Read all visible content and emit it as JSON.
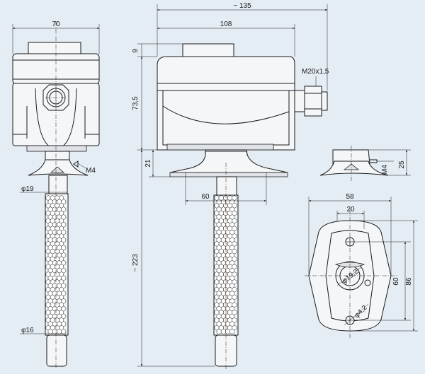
{
  "views": {
    "front": {
      "width_label": "70",
      "probe_tip_label": "φ19",
      "probe_shaft_label": "φ16",
      "screw_label": "M4"
    },
    "side": {
      "overall_length_label": "~ 135",
      "housing_length_label": "108",
      "cap_height_label": "9",
      "gland_label": "M20x1,5",
      "housing_height_label": "73,5",
      "flange_height_label": "21",
      "flange_width_label": "60",
      "probe_length_label": "~ 223"
    },
    "flange_side": {
      "screw_label": "M4",
      "height_label": "25"
    },
    "flange_plan": {
      "width_label": "58",
      "hole_spacing_label": "20",
      "center_bore_label": "φ19,2",
      "mount_hole_label": "φ4,2",
      "hole_distance_label": "60",
      "length_label": "86"
    }
  },
  "colors": {
    "background": "#e4ecf4",
    "line": "#1a1a1a",
    "part_fill": "#f4f6f8"
  }
}
